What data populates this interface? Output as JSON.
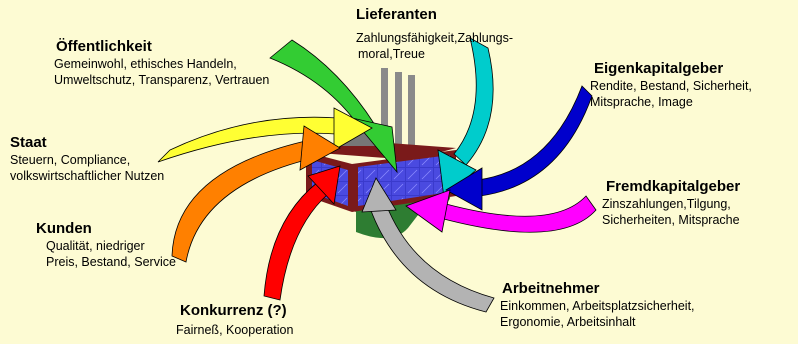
{
  "groups": {
    "lieferanten": {
      "title": "Lieferanten",
      "line1": "Zahlungsfähigkeit,Zahlungs-",
      "line2": "moral,Treue"
    },
    "oeffentlich": {
      "title": "Öffentlichkeit",
      "line1": "Gemeinwohl, ethisches Handeln,",
      "line2": "Umweltschutz, Transparenz, Vertrauen"
    },
    "eigenkapital": {
      "title": "Eigenkapitalgeber",
      "line1": "Rendite, Bestand, Sicherheit,",
      "line2": "Mitsprache, Image"
    },
    "staat": {
      "title": "Staat",
      "line1": "Steuern, Compliance,",
      "line2": "volkswirtschaftlicher Nutzen"
    },
    "fremdkapital": {
      "title": "Fremdkapitalgeber",
      "line1": "Zinszahlungen,Tilgung,",
      "line2": "Sicherheiten, Mitsprache"
    },
    "kunden": {
      "title": "Kunden",
      "line1": "Qualität, niedriger",
      "line2": "Preis, Bestand, Service"
    },
    "arbeitnehmer": {
      "title": "Arbeitnehmer",
      "line1": "Einkommen, Arbeitsplatzsicherheit,",
      "line2": "Ergonomie, Arbeitsinhalt"
    },
    "konkurrenz": {
      "title": "Konkurrenz (?)",
      "line1": "Fairneß, Kooperation"
    }
  },
  "arrow_colors": {
    "lieferanten": "#00cccc",
    "oeffentlich": "#33cc33",
    "eigenkapital": "#0000cc",
    "staat": "#ffff33",
    "fremdkapital": "#ff00ff",
    "kunden": "#ff8000",
    "arbeitnehmer": "#b3b3b3",
    "konkurrenz": "#ff0000"
  }
}
